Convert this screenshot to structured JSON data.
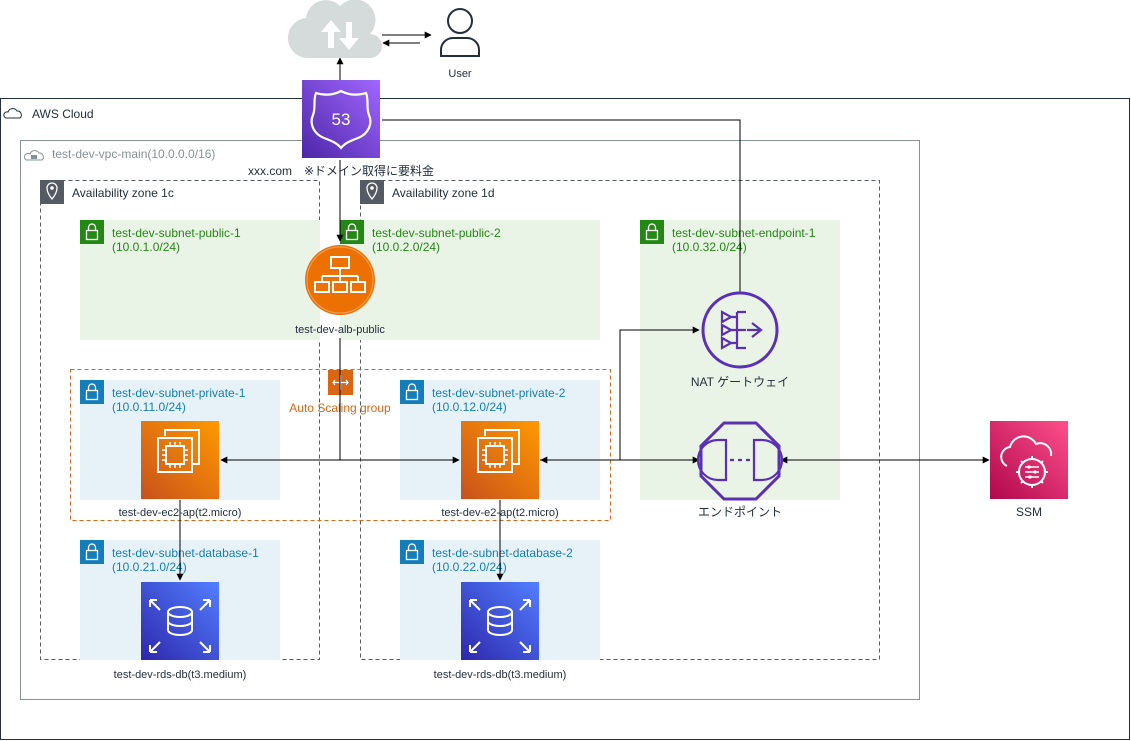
{
  "cloud": {
    "title": "AWS Cloud"
  },
  "vpc": {
    "title": "test-dev-vpc-main(10.0.0.0/16)"
  },
  "zones": {
    "az1": "Availability zone 1c",
    "az2": "Availability zone 1d"
  },
  "subnets": {
    "public1": {
      "name": "test-dev-subnet-public-1",
      "cidr": "(10.0.1.0/24)"
    },
    "public2": {
      "name": "test-dev-subnet-public-2",
      "cidr": "(10.0.2.0/24)"
    },
    "endpoint1": {
      "name": "test-dev-subnet-endpoint-1",
      "cidr": "(10.0.32.0/24)"
    },
    "private1": {
      "name": "test-dev-subnet-private-1",
      "cidr": "(10.0.11.0/24)"
    },
    "private2": {
      "name": "test-dev-subnet-private-2",
      "cidr": "(10.0.12.0/24)"
    },
    "db1": {
      "name": "test-dev-subnet-database-1",
      "cidr": "(10.0.21.0/24)"
    },
    "db2": {
      "name": "test-de-subnet-database-2",
      "cidr": "(10.0.22.0/24)"
    }
  },
  "nodes": {
    "user": "User",
    "route53": "53",
    "domain": "xxx.com",
    "domain_note": "※ドメイン取得に要料金",
    "alb": "test-dev-alb-public",
    "asg": "Auto Scaling group",
    "ec2_1": "test-dev-ec2-ap(t2.micro)",
    "ec2_2": "test-dev-e2-ap(t2.micro)",
    "rds_1": "test-dev-rds-db(t3.medium)",
    "rds_2": "test-dev-rds-db(t3.medium)",
    "nat": "NAT ゲートウェイ",
    "endpoint": "エンドポイント",
    "ssm": "SSM"
  },
  "colors": {
    "public_subnet_fill": "#e9f3e6",
    "public_subnet_text": "#248814",
    "private_subnet_fill": "#e6f2f8",
    "private_subnet_text": "#147eba",
    "asg_border": "#d86613",
    "ec2": "#ed7100",
    "rds": "#3b48cc",
    "route53": "#8c4fff",
    "vpc_endpoint": "#5a30b5",
    "ssm": "#e7157b",
    "group_gray": "#879196"
  },
  "icons": [
    "internet-cloud-icon",
    "user-icon",
    "route53-icon",
    "lock-icon",
    "location-pin-icon",
    "alb-icon",
    "auto-scaling-icon",
    "ec2-instance-icon",
    "rds-database-icon",
    "nat-gateway-icon",
    "vpc-endpoint-icon",
    "ssm-icon",
    "cloud-outline-icon"
  ]
}
